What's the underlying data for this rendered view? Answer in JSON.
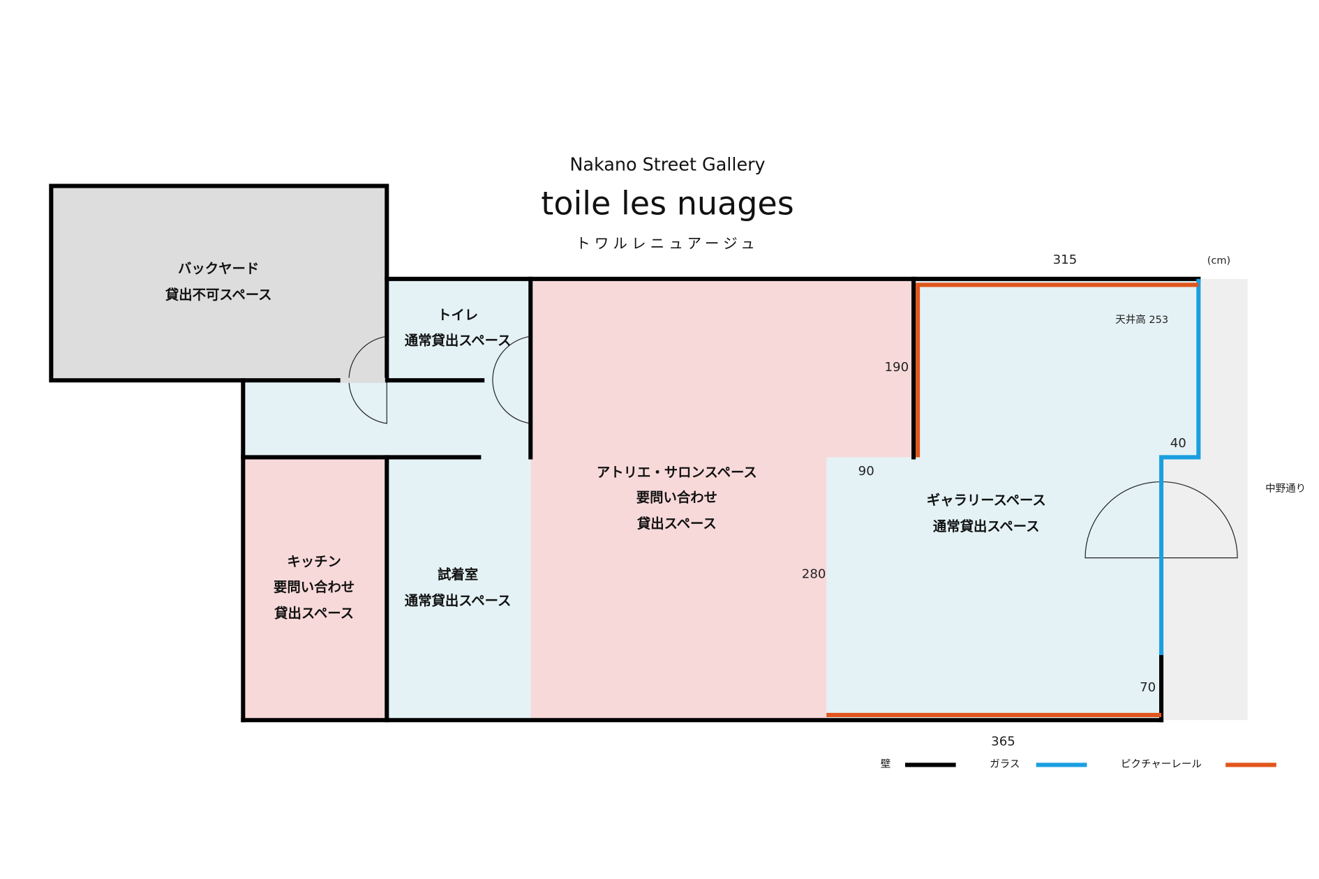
{
  "header": {
    "subtitle": "Nakano Street Gallery",
    "title": "toile les nuages",
    "kana": "トワルレニュアージュ"
  },
  "rooms": {
    "backyard": {
      "name": "バックヤード",
      "status": "貸出不可スペース"
    },
    "toilet": {
      "name": "トイレ",
      "status": "通常貸出スペース"
    },
    "atelier": {
      "name": "アトリエ・サロンスペース",
      "note": "要問い合わせ",
      "status": "貸出スペース"
    },
    "gallery": {
      "name": "ギャラリースペース",
      "status": "通常貸出スペース"
    },
    "kitchen": {
      "name": "キッチン",
      "note": "要問い合わせ",
      "status": "貸出スペース"
    },
    "fitting": {
      "name": "試着室",
      "status": "通常貸出スペース"
    }
  },
  "dimensions": {
    "top": "315",
    "unit": "(cm)",
    "left_wall": "190",
    "ceiling": "天井高 253",
    "step": "40",
    "inner": "90",
    "height": "280",
    "bottom_wall": "70",
    "bottom": "365"
  },
  "street": "中野通り",
  "legend": [
    {
      "label": "壁",
      "color": "#000000"
    },
    {
      "label": "ガラス",
      "color": "#1a9fe0"
    },
    {
      "label": "ピクチャーレール",
      "color": "#e0561c"
    }
  ],
  "colors": {
    "backyard": "#dcdddc",
    "rental_normal": "#e4f2f5",
    "rental_inquiry": "#f8d9da",
    "street": "#efefef"
  }
}
